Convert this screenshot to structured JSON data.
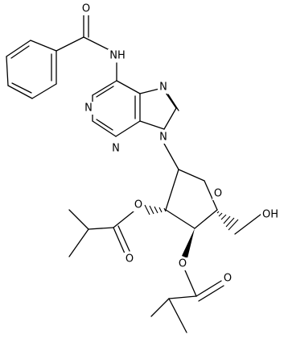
{
  "atoms": {
    "carbonyl_o_amide": "O",
    "amide_nh": "NH",
    "purine_n1": "N",
    "purine_n3": "N",
    "purine_n7": "N",
    "purine_n9": "N",
    "ring_o": "O",
    "hydroxyl": "OH",
    "ester_o_2": "O",
    "carbonyl_o_2": "O",
    "ester_o_3": "O",
    "carbonyl_o_3": "O"
  }
}
